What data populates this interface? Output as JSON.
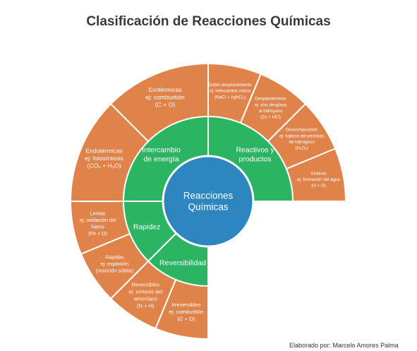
{
  "title": "Clasificación de Reacciones Químicas",
  "credit": "Elaborado por: Marcelo Amores Palma",
  "center": {
    "lines": [
      "Reacciones",
      "Químicas"
    ]
  },
  "colors": {
    "center": "#2e86c1",
    "middle": "#2bb563",
    "outer": "#e0834a"
  },
  "categories": [
    {
      "id": "reactivos",
      "lines": [
        "Reactivos y",
        "productos"
      ],
      "items": [
        {
          "id": "doble",
          "lines": [
            "Doble desplazamiento",
            "ej: intercambio iónico",
            "(NaCl + AgNO₃)"
          ]
        },
        {
          "id": "desplazamiento",
          "lines": [
            "Desplazamiento",
            "ej: zinc desplaza",
            "al hidrógeno",
            "(Zn + HCl)"
          ]
        },
        {
          "id": "descomposicion",
          "lines": [
            "Descomposición",
            "ej: ruptura del peróxido",
            "de hidrógeno",
            "(H₂O₂)"
          ]
        },
        {
          "id": "sintesis",
          "lines": [
            "Síntesis",
            "ej: formación del agua",
            "(H + O)"
          ]
        }
      ]
    },
    {
      "id": "energia",
      "lines": [
        "Intercambio",
        "de energía"
      ],
      "items": [
        {
          "id": "endotermicas",
          "lines": [
            "Endotérmicas",
            "ej: fotosíntesis",
            "(CO₂ + H₂O)"
          ]
        },
        {
          "id": "exotermicas",
          "lines": [
            "Exotérmicas",
            "ej: combustión",
            "(C + O)"
          ]
        }
      ]
    },
    {
      "id": "rapidez",
      "lines": [
        "Rapidez"
      ],
      "items": [
        {
          "id": "rapidas",
          "lines": [
            "Rápidas",
            "ej: explosión",
            "(reacción súbita)"
          ]
        },
        {
          "id": "lentas",
          "lines": [
            "Lentas",
            "ej: oxidación del",
            "hierro",
            "(Fe + O)"
          ]
        }
      ]
    },
    {
      "id": "reversibilidad",
      "lines": [
        "Reversibilidad"
      ],
      "items": [
        {
          "id": "irreversibles",
          "lines": [
            "Irreversibles",
            "ej: combustión",
            "(C + O)"
          ]
        },
        {
          "id": "reversibles",
          "lines": [
            "Reversibles",
            "ej: síntesis del",
            "amoníaco",
            "(N + H)"
          ]
        }
      ]
    }
  ]
}
